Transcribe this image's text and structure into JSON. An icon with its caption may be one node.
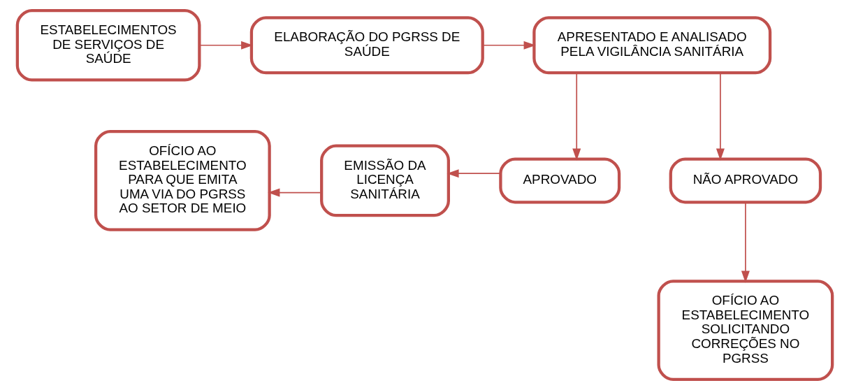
{
  "diagram": {
    "nodes": [
      {
        "text": [
          "ESTABELECIMENTOS DE SERVIÇOS DE SAÚDE"
        ]
      },
      {
        "text": [
          "ELABORAÇÃO DO PGRSS DE SAÚDE"
        ]
      },
      {
        "text": [
          "APRESENTADO E ANALISADO PELA VIGILÂNCIA SANITÁRIA"
        ]
      },
      {
        "text": [
          "APROVADO"
        ]
      },
      {
        "text": [
          "NÃO APROVADO"
        ]
      },
      {
        "text": [
          "OFÍCIO AO ESTABELECIMENTO PARA QUE EMITA UMA VIA DO PGRSS AO SETOR DE MEIO"
        ]
      },
      {
        "text": [
          "EMISSÃO DA LICENÇA SANITÁRIA"
        ]
      },
      {
        "text": [
          "OFÍCIO AO ESTABELECIMENTO SOLICITANDO CORREÇÕES NO PGRSS"
        ]
      }
    ],
    "edges": [
      {
        "from": 0,
        "to": 1,
        "arrow": "to"
      },
      {
        "from": 1,
        "to": 2,
        "arrow": "to"
      },
      {
        "from": 2,
        "to": 3,
        "arrow": "to"
      },
      {
        "from": 2,
        "to": 4,
        "arrow": "to"
      },
      {
        "from": 3,
        "to": 6,
        "arrow": "to"
      },
      {
        "from": 6,
        "to": 5,
        "arrow": "to"
      },
      {
        "from": 4,
        "to": 7,
        "arrow": "to"
      }
    ]
  }
}
